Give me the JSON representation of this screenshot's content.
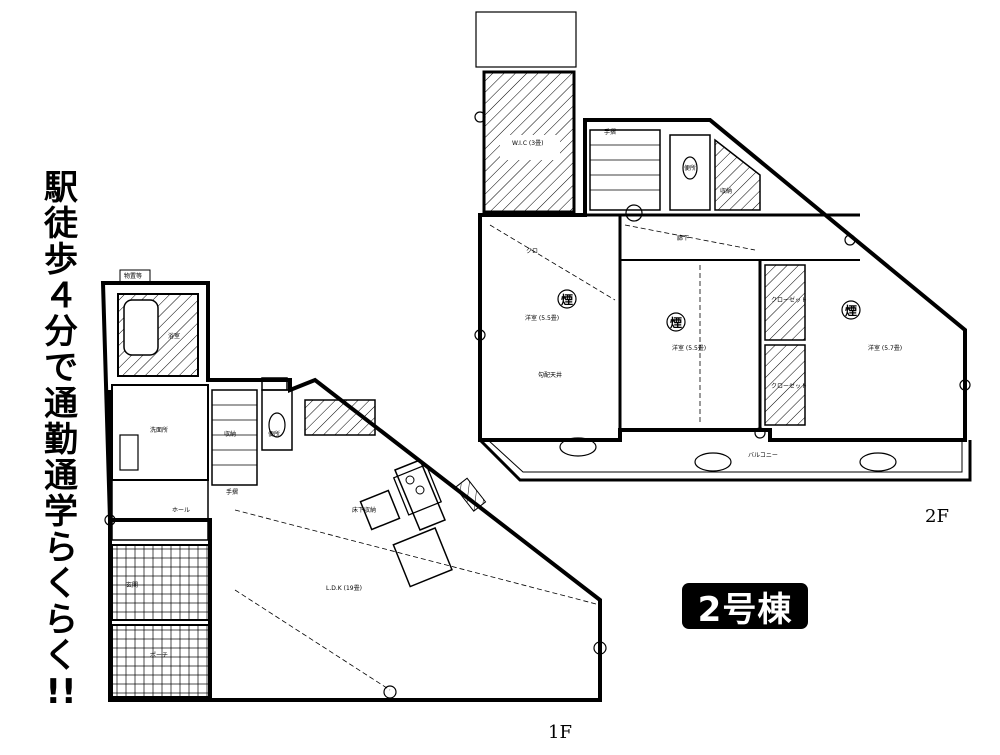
{
  "slogan": {
    "chars": [
      "駅",
      "徒",
      "歩",
      "４",
      "分",
      "で",
      "通",
      "勤",
      "通",
      "学",
      "ら",
      "く",
      "ら",
      "く",
      "!!"
    ]
  },
  "building_label": "2号棟",
  "floor_labels": {
    "first": "1F",
    "second": "2F"
  },
  "rooms_1f": {
    "storage_top": "物置等",
    "bath": "浴室",
    "washroom": "洗面所",
    "hall": "ホール",
    "entrance": "玄関",
    "porch": "ポーチ",
    "toilet": "便所",
    "storage": "収納",
    "stairs_area": "手摺",
    "ldk": "L.D.K (19畳)",
    "kitchen": "床下収納"
  },
  "rooms_2f": {
    "wic": "W.I.C (3畳)",
    "stairs": "手摺",
    "toilet": "便所",
    "storage_a": "収納",
    "hall": "廊下",
    "closet": "クロ",
    "western_1": "洋室 (5.5畳)",
    "western_2": "洋室 (5.5畳)",
    "western_3": "洋室 (5.7畳)",
    "closet_a": "クローゼット",
    "closet_b": "クローゼット",
    "attic": "勾配天井",
    "balcony": "バルコニー",
    "smoke": "煙"
  },
  "colors": {
    "ink": "#000000",
    "paper": "#ffffff",
    "hatch": "#000000"
  }
}
